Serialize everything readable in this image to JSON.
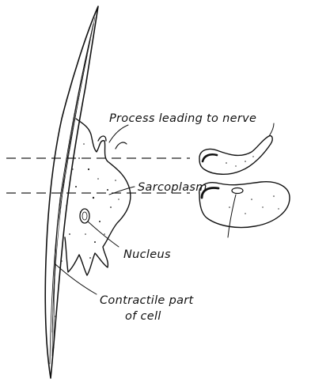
{
  "labels": {
    "process": "Process leading to nerve",
    "sarcoplasm": "Sarcoplasm",
    "nucleus": "Nucleus",
    "contractile_line1": "Contractile part",
    "contractile_line2": "of cell"
  }
}
